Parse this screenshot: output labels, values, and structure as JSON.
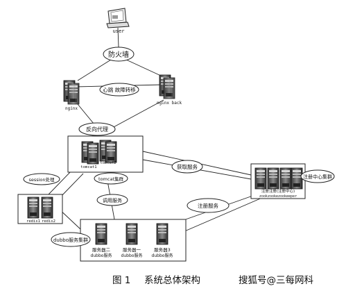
{
  "nodes": {
    "user": "user",
    "firewall": "防火墙",
    "nginx": "nginx",
    "nginx_back": "nginx back",
    "heartbeat": "心跳 故障转移",
    "reverse_proxy": "反向代理",
    "tomcat1": "tomcat1",
    "tomcat2": "tomcat2",
    "tomcat_cluster": "tomcat集群",
    "session": "session处理",
    "redis1": "redis1",
    "redis2": "redis2",
    "call_service": "调用服务",
    "get_service": "获取服务",
    "register_service": "注册服务",
    "registry_cluster": "注册中心集群",
    "zookeeper_label_line1": "注册注册(注册中心)",
    "zookeeper_label_line2": "zookzookezookeeper",
    "dubbo_cluster": "dubbo服务集群",
    "service2": "服务器二",
    "service2_sub": "dubbo服务",
    "service1": "服务器一",
    "service1_sub": "dubbo服务",
    "service3": "服务器3",
    "service3_sub": "dubbo服务"
  },
  "caption": {
    "figure": "图 1",
    "title": "系统总体架构",
    "watermark": "搜狐号@三每网科"
  }
}
